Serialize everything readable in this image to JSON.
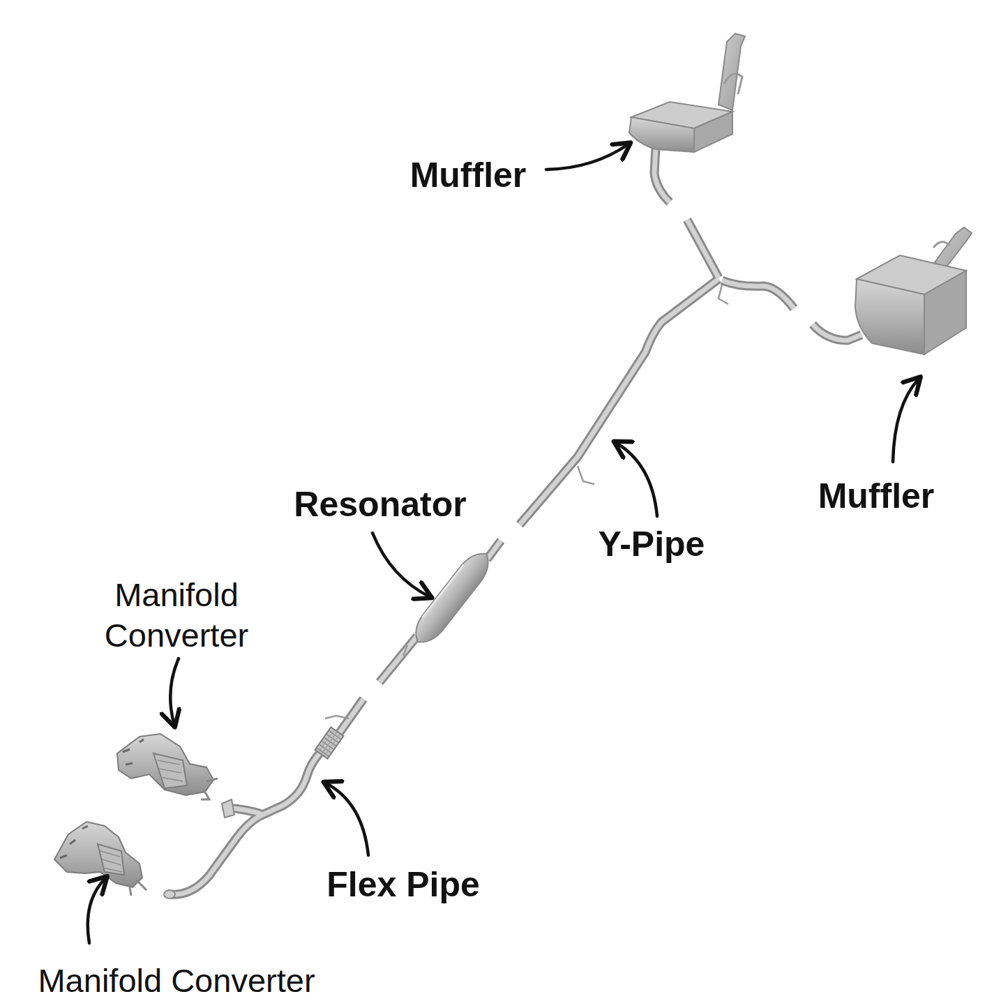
{
  "diagram": {
    "labels": [
      "Muffler",
      "Muffler",
      "Resonator",
      "Y-Pipe",
      "Manifold Converter",
      "Flex Pipe",
      "Manifold Converter"
    ]
  }
}
